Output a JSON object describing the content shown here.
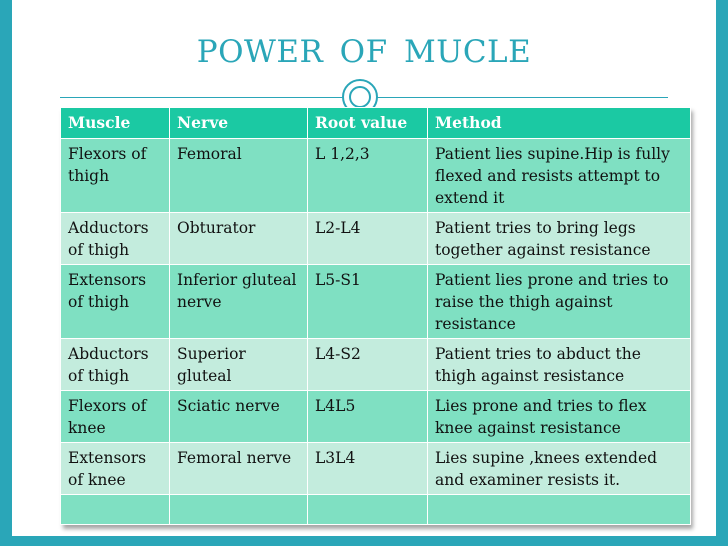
{
  "slide": {
    "title": "POWER  OF  MUCLE"
  },
  "table": {
    "headers": [
      "Muscle",
      "Nerve",
      "Root value",
      "Method"
    ],
    "rows": [
      [
        "Flexors  of thigh",
        "Femoral",
        "L 1,2,3",
        "Patient lies supine.Hip is fully flexed and resists  attempt to extend it"
      ],
      [
        "Adductors of  thigh",
        "Obturator",
        "L2-L4",
        "Patient tries to bring legs together against resistance"
      ],
      [
        "Extensors of  thigh",
        "Inferior gluteal nerve",
        "L5-S1",
        "Patient  lies prone and tries to raise the thigh against resistance"
      ],
      [
        "Abductors of  thigh",
        "Superior gluteal",
        "L4-S2",
        "Patient  tries to abduct the thigh  against resistance"
      ],
      [
        "Flexors of knee",
        "Sciatic nerve",
        "L4L5",
        "Lies prone and tries to flex knee against resistance"
      ],
      [
        "Extensors of  knee",
        "Femoral nerve",
        "L3L4",
        "Lies supine ,knees extended and examiner resists  it."
      ],
      [
        "",
        "",
        "",
        ""
      ]
    ]
  },
  "colors": {
    "accent": "#2aa6b8",
    "header_bg": "#1bc9a3",
    "row_odd": "#7fe0c2",
    "row_even": "#c3ecdd"
  }
}
